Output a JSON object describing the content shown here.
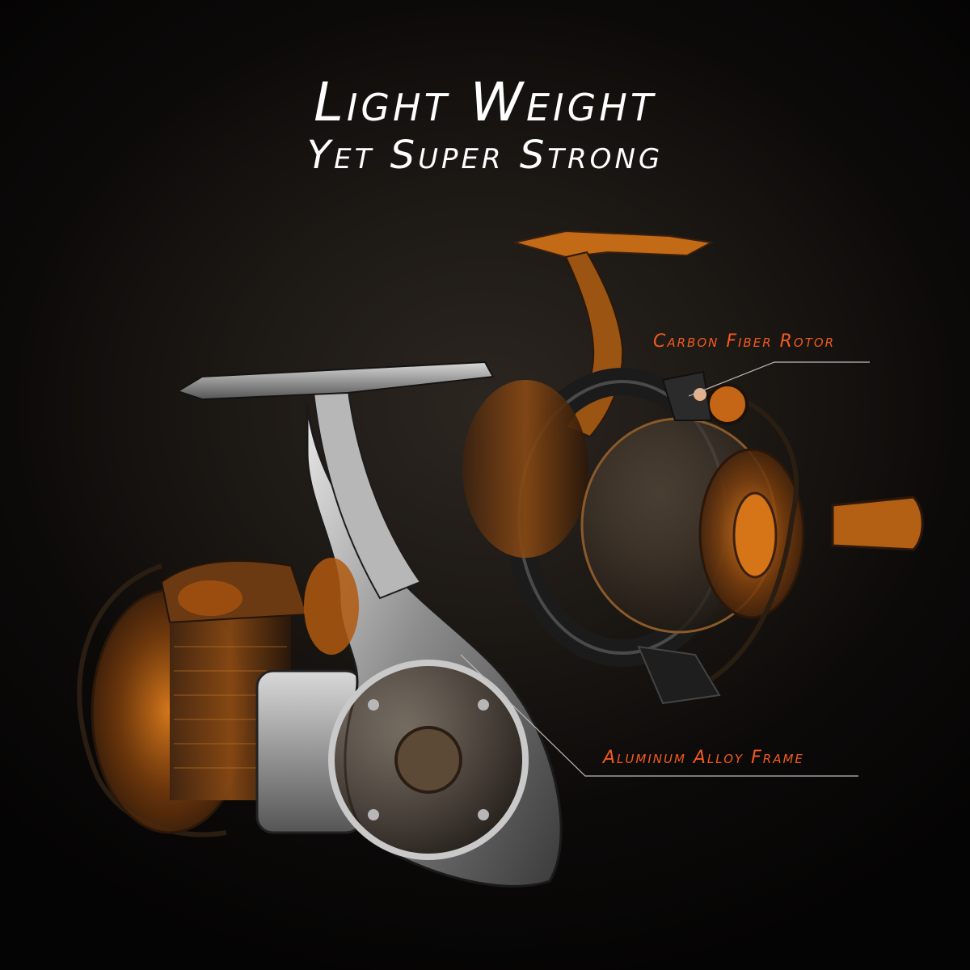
{
  "headline": {
    "title": "Light Weight",
    "subtitle": "Yet Super Strong"
  },
  "callouts": {
    "rotor": "Carbon Fiber Rotor",
    "frame": "Aluminum Alloy Frame"
  },
  "colors": {
    "background": "#0c0a09",
    "headline": "#ffffff",
    "callout_text": "#f25a1f",
    "accent_orange": "#c8650f",
    "metal_silver": "#a8a8a8"
  }
}
